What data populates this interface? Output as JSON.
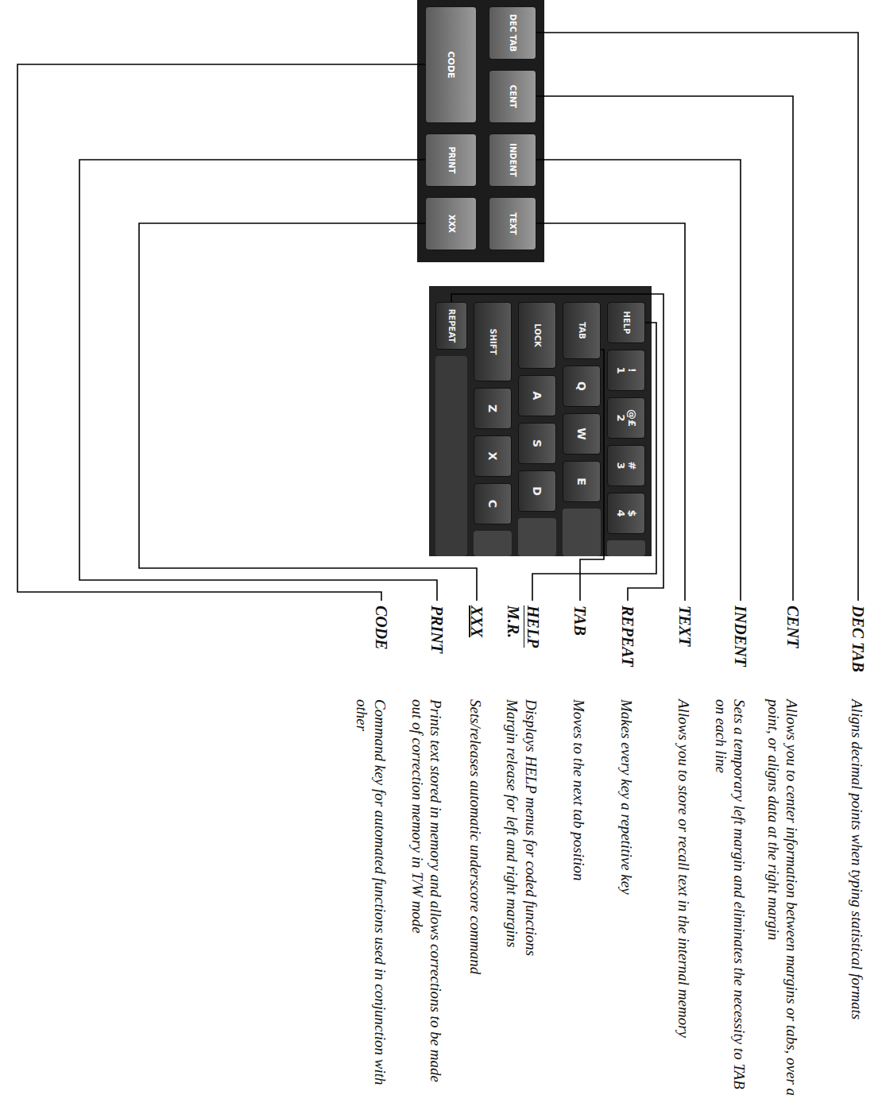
{
  "diagram": {
    "nodes": [
      {
        "text": [
          "DEC TAB"
        ]
      },
      {
        "text": [
          "CENT"
        ]
      },
      {
        "text": [
          "INDENT"
        ]
      },
      {
        "text": [
          "TEXT"
        ]
      },
      {
        "text": [
          "CODE"
        ]
      },
      {
        "text": [
          "PRINT"
        ]
      },
      {
        "text": [
          "XXX"
        ]
      },
      {
        "text": [
          "HELP"
        ]
      },
      {
        "text": [
          "!",
          "1"
        ]
      },
      {
        "text": [
          "@£",
          "2"
        ]
      },
      {
        "text": [
          "#",
          "3"
        ]
      },
      {
        "text": [
          "$",
          "4"
        ]
      },
      {
        "text": [
          "TAB"
        ]
      },
      {
        "text": [
          "Q"
        ]
      },
      {
        "text": [
          "W"
        ]
      },
      {
        "text": [
          "E"
        ]
      },
      {
        "text": [
          "LOCK"
        ]
      },
      {
        "text": [
          "A"
        ]
      },
      {
        "text": [
          "S"
        ]
      },
      {
        "text": [
          "D"
        ]
      },
      {
        "text": [
          "SHIFT"
        ]
      },
      {
        "text": [
          "Z"
        ]
      },
      {
        "text": [
          "X"
        ]
      },
      {
        "text": [
          "C"
        ]
      },
      {
        "text": [
          "REPEAT"
        ]
      }
    ],
    "labels": [
      "DEC TAB",
      "Aligns decimal points when typing statistical formats",
      "CENT",
      "Allows you to center information between margins or tabs, over a point, or aligns data at the right margin",
      "INDENT",
      "Sets a temporary left margin and eliminates the necessity to TAB on each line",
      "TEXT",
      "Allows you to store or recall text in the internal memory",
      "REPEAT",
      "Makes every key a repetitive key",
      "TAB",
      "Moves to the next tab position",
      "HELP",
      "M.R.",
      "Displays HELP menus for coded functions",
      "Margin release for left and right margins",
      "XXX",
      "Sets/releases automatic underscore command",
      "PRINT",
      "Prints text stored in memory and allows corrections to be made out of correction memory in T/W mode",
      "CODE",
      "Command key for automated functions used in conjunction with other"
    ]
  }
}
